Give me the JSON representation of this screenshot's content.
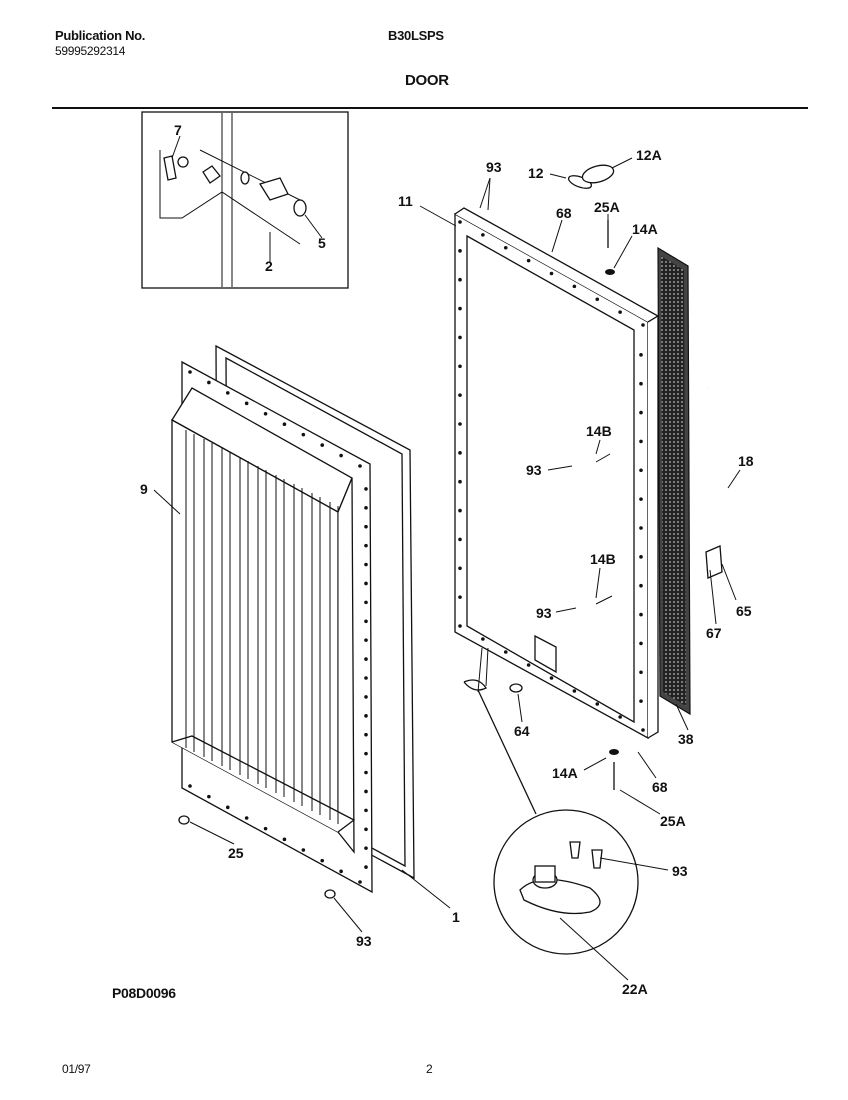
{
  "header": {
    "pub_label": "Publication No.",
    "pub_number": "59995292314",
    "model": "B30LSPS",
    "section": "DOOR"
  },
  "footer": {
    "date": "01/97",
    "page": "2",
    "drawing_code": "P08D0096"
  },
  "callouts": {
    "c7": "7",
    "c2": "2",
    "c5": "5",
    "c93a": "93",
    "c12": "12",
    "c12a": "12A",
    "c11": "11",
    "c68a": "68",
    "c25a_top": "25A",
    "c14a_top": "14A",
    "c14b_1": "14B",
    "c93b": "93",
    "c18": "18",
    "c9": "9",
    "c14b_2": "14B",
    "c93c": "93",
    "c65": "65",
    "c67": "67",
    "c64": "64",
    "c38": "38",
    "c14a_bot": "14A",
    "c68b": "68",
    "c25a_bot": "25A",
    "c25": "25",
    "c1": "1",
    "c93d": "93",
    "c93e": "93",
    "c22a": "22A"
  }
}
